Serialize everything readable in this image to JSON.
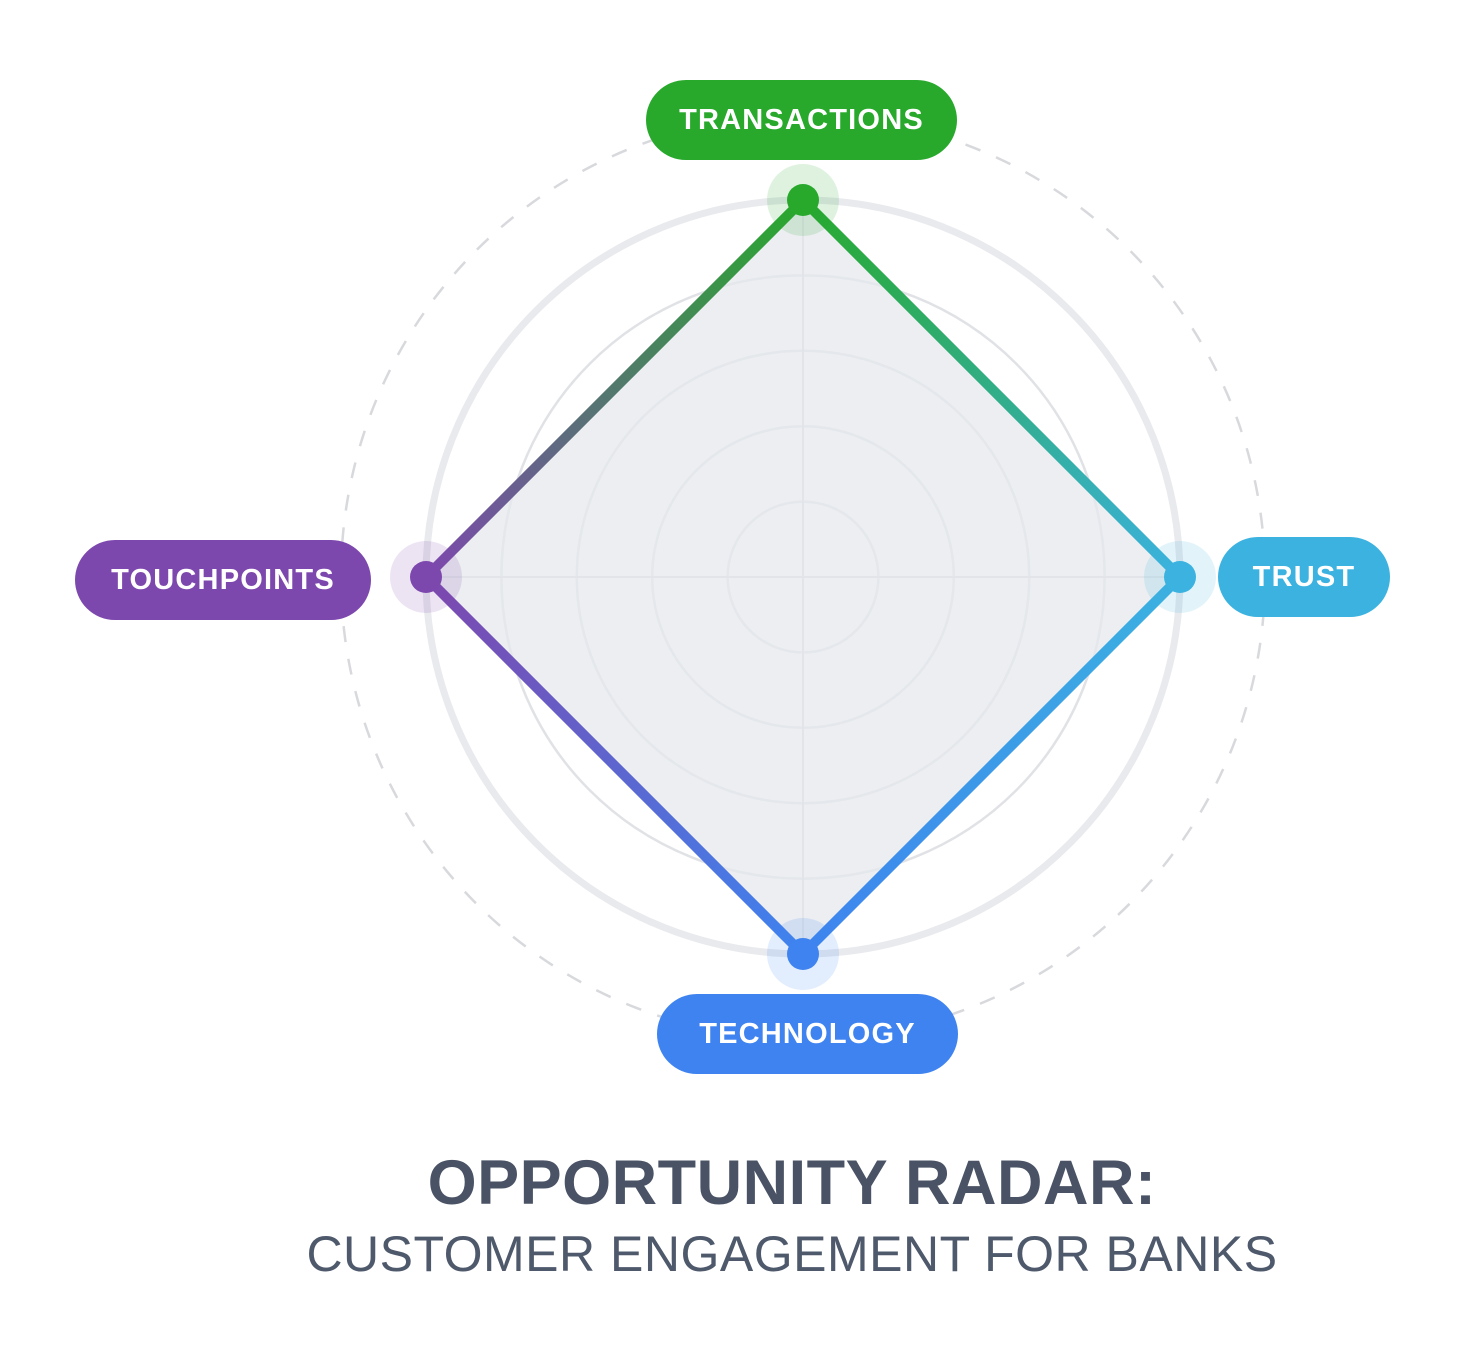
{
  "title": {
    "line1": "OPPORTUNITY RADAR:",
    "line2": "CUSTOMER ENGAGEMENT FOR BANKS"
  },
  "chart_data": {
    "type": "radar",
    "title": "OPPORTUNITY RADAR: CUSTOMER ENGAGEMENT FOR BANKS",
    "categories": [
      "TRANSACTIONS",
      "TRUST",
      "TECHNOLOGY",
      "TOUCHPOINTS"
    ],
    "values": [
      5,
      5,
      5,
      5
    ],
    "max": 5,
    "rings": 5,
    "grid": true,
    "legend_position": "vertex-badges",
    "axes": [
      {
        "id": "transactions",
        "label": "TRANSACTIONS",
        "position": "top",
        "value": 5,
        "color": "#28a92c"
      },
      {
        "id": "trust",
        "label": "TRUST",
        "position": "right",
        "value": 5,
        "color": "#3bb2e0"
      },
      {
        "id": "technology",
        "label": "TECHNOLOGY",
        "position": "bottom",
        "value": 5,
        "color": "#3e83ef"
      },
      {
        "id": "touchpoints",
        "label": "TOUCHPOINTS",
        "position": "left",
        "value": 5,
        "color": "#7d48ae"
      }
    ],
    "style": {
      "area_fill": "rgba(230,232,236,0.75)",
      "ring_color": "#e0e2e6",
      "outer_ring_color": "#e9eaee",
      "axis_line_color": "#d6d8dd",
      "dashed_ring_color": "#d8d9dd",
      "line_width": 10,
      "dot_radius": 16,
      "halo_radius": 36,
      "halo_opacity": 0.15
    }
  },
  "colors": {
    "background": "#ffffff",
    "title": "#4a5365",
    "subtitle": "#4e596c",
    "badge_text": "#ffffff"
  }
}
